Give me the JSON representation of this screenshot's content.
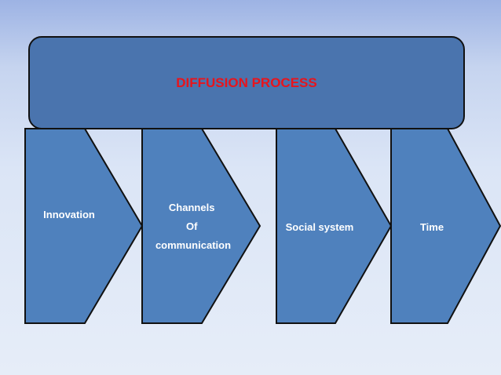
{
  "diagram": {
    "title": "DIFFUSION PROCESS",
    "stages": [
      {
        "lines": [
          "Innovation"
        ]
      },
      {
        "lines": [
          "Channels",
          "Of",
          "communication"
        ]
      },
      {
        "lines": [
          "Social system"
        ]
      },
      {
        "lines": [
          "Time"
        ]
      }
    ]
  },
  "colors": {
    "header_fill": "#4a74ae",
    "stage_fill": "#4f81bd",
    "outline": "#111111",
    "title_text": "#e8141c",
    "stage_text": "#ffffff"
  }
}
